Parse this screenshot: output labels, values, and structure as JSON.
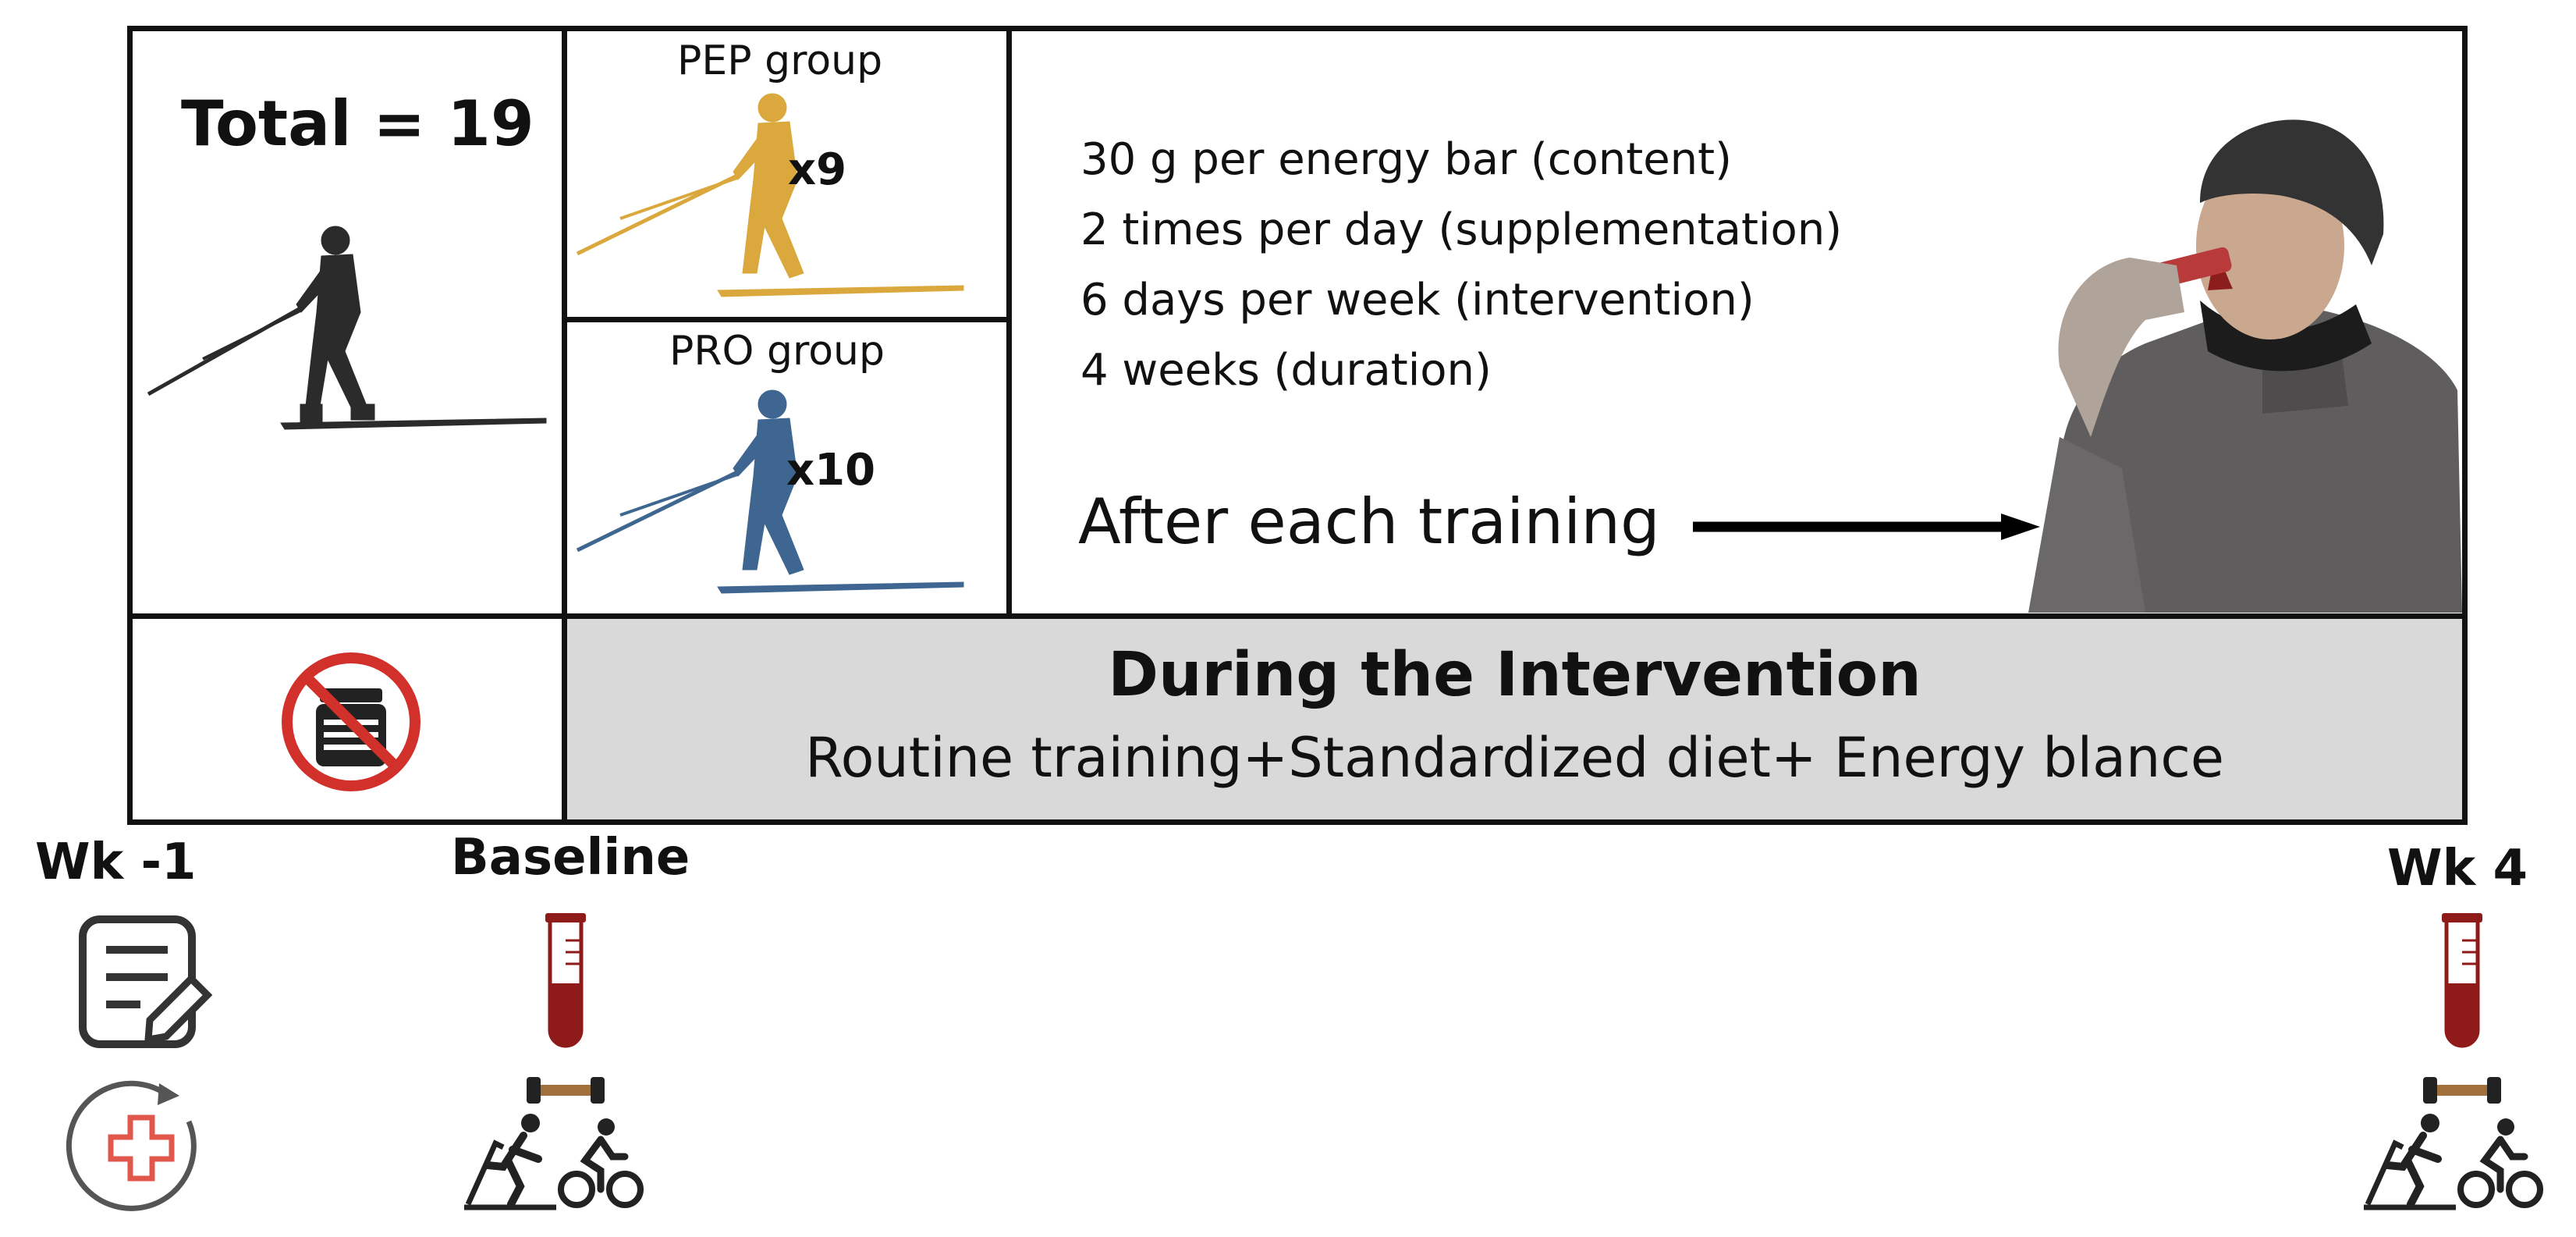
{
  "total": {
    "text": "Total = 19"
  },
  "groups": [
    {
      "label": "PEP group",
      "count": "x9",
      "color": "#DBA83E"
    },
    {
      "label": "PRO group",
      "count": "x10",
      "color": "#3E6690"
    }
  ],
  "protocol_lines": [
    "30 g per energy bar (content)",
    "2 times per day (supplementation)",
    "6 days per week (intervention)",
    "4 weeks (duration)"
  ],
  "after_training": "After each training",
  "intervention": {
    "title": "During the Intervention",
    "subtitle": "Routine training+Standardized diet+ Energy blance",
    "band_color": "#D9D9D9"
  },
  "timeline": [
    {
      "label": "Wk -1",
      "icons": [
        "questionnaire-icon",
        "medical-check-icon"
      ]
    },
    {
      "label": "Baseline",
      "icons": [
        "blood-tube-icon",
        "dumbbell-icon",
        "treadmill-icon",
        "cycling-icon"
      ]
    },
    {
      "label": "Wk 4",
      "icons": [
        "blood-tube-icon",
        "dumbbell-icon",
        "treadmill-icon",
        "cycling-icon"
      ]
    }
  ],
  "colors": {
    "no_supplement": "#D2302A",
    "blood": "#8E1A1A",
    "medical_cross": "#E2574C"
  }
}
